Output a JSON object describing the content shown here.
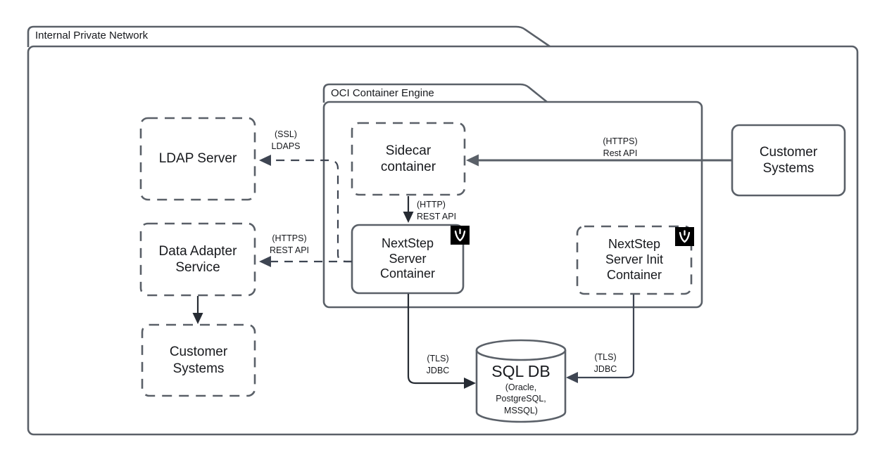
{
  "groups": {
    "outer_label": "Internal Private Network",
    "inner_label": "OCI Container Engine"
  },
  "nodes": {
    "ldap_server": "LDAP Server",
    "sidecar": "Sidecar container",
    "data_adapter": "Data Adapter Service",
    "customer_systems_left": "Customer Systems",
    "nextstep_server": "NextStep Server Container",
    "nextstep_init": "NextStep Server Init Container",
    "customer_systems_right": "Customer Systems",
    "sql_db_title": "SQL DB",
    "sql_db_subtitle": "(Oracle, PostgreSQL, MSSQL)"
  },
  "edges": {
    "customer_to_sidecar": {
      "line1": "(HTTPS)",
      "line2": "Rest API"
    },
    "sidecar_to_server": {
      "line1": "(HTTP)",
      "line2": "REST API"
    },
    "server_to_ldap": {
      "line1": "(SSL)",
      "line2": "LDAPS"
    },
    "server_to_adapter": {
      "line1": "(HTTPS)",
      "line2": "REST API"
    },
    "server_to_db": {
      "line1": "(TLS)",
      "line2": "JDBC"
    },
    "init_to_db": {
      "line1": "(TLS)",
      "line2": "JDBC"
    }
  },
  "icons": {
    "nextstep_badge": "nextstep-logo-icon"
  },
  "colors": {
    "box_border": "#5a6068",
    "connector_dark": "#262b33",
    "connector_dashed": "#3e4552",
    "badge_bg": "#000000",
    "badge_glyph": "#ffffff",
    "text": "#17191d"
  }
}
